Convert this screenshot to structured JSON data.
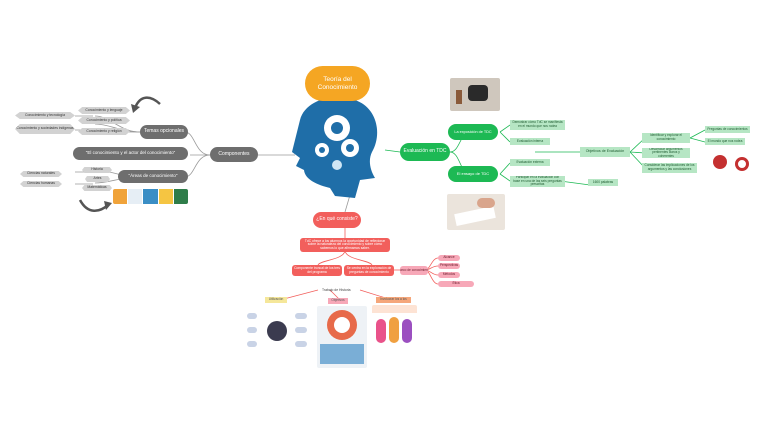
{
  "center": {
    "title": "Teoría del Conocimiento"
  },
  "components": {
    "label": "Componentes",
    "temas": {
      "label": "Temas opcionales",
      "items": [
        "Conocimiento y tecnología",
        "Conocimiento y lenguaje",
        "Conocimiento y política",
        "Conocimiento y sociedades indígenas",
        "Conocimiento y religión"
      ]
    },
    "actor": {
      "label": "\"El conocimiento y el actor del conocimiento\""
    },
    "areas": {
      "label": "\"Áreas de conocimiento\"",
      "items": [
        "Historia",
        "Ciencias naturales",
        "Artes",
        "Ciencias humanas",
        "Matemáticas"
      ]
    }
  },
  "evaluacion": {
    "label": "Evaluación en TDC",
    "exposicion": {
      "label": "La exposición de TDC",
      "items": [
        "Demostrar cómo TdC se manifiesta en el mundo que nos rodea",
        "Evaluación interna"
      ]
    },
    "ensayo": {
      "label": "El ensayo de TDC",
      "items": [
        "Evaluación externa",
        "Participar en la evaluación con base en una de las seis preguntas prescritas"
      ],
      "note": "1600 palabras"
    },
    "objetivos": {
      "label": "Objetivos de Evaluación",
      "items": [
        "Identificar y explorar el conocimiento",
        "Desarrollar argumentos pertinentes claros y coherentes",
        "Considerar las implicaciones de los argumentos y las conclusiones"
      ],
      "sub": [
        "Preguntas de conocimientos",
        "El mundo que nos rodea"
      ]
    }
  },
  "que": {
    "label": "¿En qué consiste?",
    "desc": "TdC ofrece a los alumnos la oportunidad de reflexionar sobre la naturaleza del conocimiento y sobre cómo sabemos lo que afirmamos saber.",
    "b1": "Componente troncal de los tres del programa",
    "b2": "Se centra en la exploración de preguntas de conocimiento",
    "marco": {
      "label": "Marco de conocimiento",
      "items": [
        "Alcance",
        "Perspectivas",
        "Métodos",
        "Ética"
      ]
    },
    "titles": [
      "Trabajo de Historia",
      "Utilización",
      "Objetivos",
      "Involucrar los a los"
    ]
  },
  "colors": {
    "orange": "#f5a623",
    "gray": "#6e6e6e",
    "green": "#1db954",
    "lightgreen": "#b6e6c4",
    "red": "#f25f5c",
    "pink": "#f7a8b8",
    "blue": "#2f7fb8"
  }
}
